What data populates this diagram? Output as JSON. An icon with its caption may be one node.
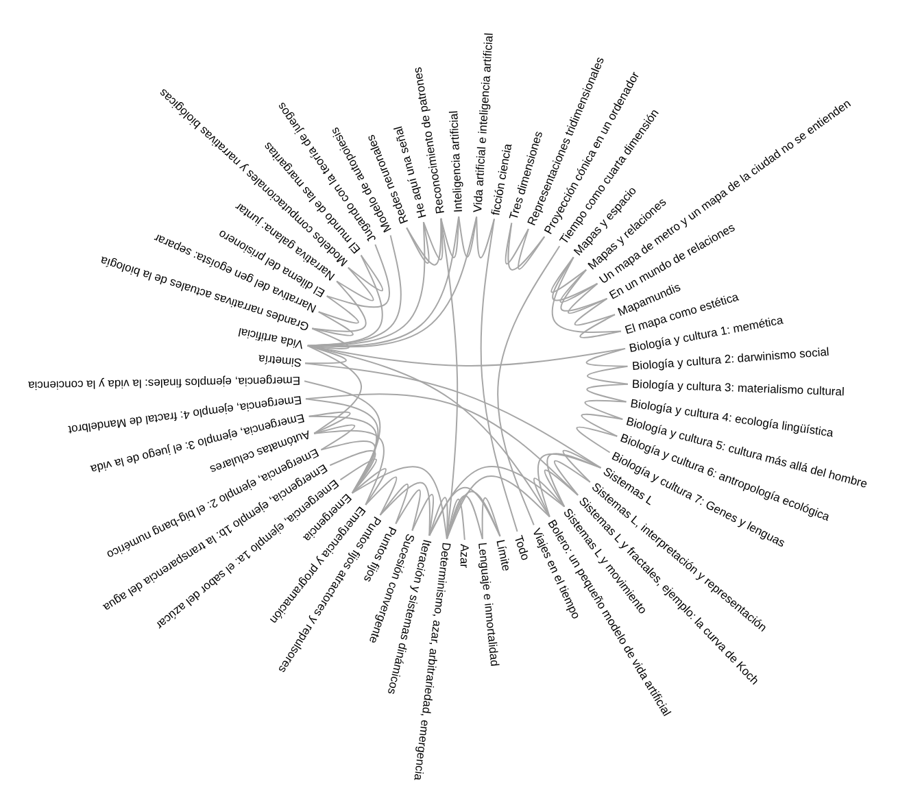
{
  "diagram": {
    "nodes": [
      {
        "text": [
          "ficción ciencia"
        ]
      },
      {
        "text": [
          "Tres dimensiones"
        ]
      },
      {
        "text": [
          "Representaciones tridimensionales"
        ]
      },
      {
        "text": [
          "Proyección cónica en un ordenador"
        ]
      },
      {
        "text": [
          "Tiempo como cuarta dimensión"
        ]
      },
      {
        "text": [
          "Mapas y espacio"
        ]
      },
      {
        "text": [
          "Mapas y relaciones"
        ]
      },
      {
        "text": [
          "Un mapa de metro y un mapa de la ciudad no se entienden"
        ]
      },
      {
        "text": [
          "En un mundo de relaciones"
        ]
      },
      {
        "text": [
          "Mapamundis"
        ]
      },
      {
        "text": [
          "El mapa como estética"
        ]
      },
      {
        "text": [
          "Biología y cultura 1: memética"
        ]
      },
      {
        "text": [
          "Biología y cultura 2: darwinismo social"
        ]
      },
      {
        "text": [
          "Biología y cultura 3: materialismo cultural"
        ]
      },
      {
        "text": [
          "Biología y cultura 4: ecología lingüística"
        ]
      },
      {
        "text": [
          "Biología y cultura 5: cultura más allá del hombre"
        ]
      },
      {
        "text": [
          "Biología y cultura 6: antropología ecológica"
        ]
      },
      {
        "text": [
          "Biología y cultura 7: Genes y lenguas"
        ]
      },
      {
        "text": [
          "Sistemas L"
        ]
      },
      {
        "text": [
          "Sistemas L, interpretación y representación"
        ]
      },
      {
        "text": [
          "Sistemas L y fractales, ejemplo: la curva de Koch"
        ]
      },
      {
        "text": [
          "Sistemas L y movimiento"
        ]
      },
      {
        "text": [
          "Bolero: un pequeño modelo de vida artificial"
        ]
      },
      {
        "text": [
          "Viajes en el tiempo"
        ]
      },
      {
        "text": [
          "Todo"
        ]
      },
      {
        "text": [
          "Límite"
        ]
      },
      {
        "text": [
          "Lenguaje e inmortalidad"
        ]
      },
      {
        "text": [
          "Azar"
        ]
      },
      {
        "text": [
          "Determinismo, azar, arbitrariedad, emergencia"
        ]
      },
      {
        "text": [
          "Iteración y sistemas dinámicos"
        ]
      },
      {
        "text": [
          "Sucesión convergente"
        ]
      },
      {
        "text": [
          "Puntos fijos"
        ]
      },
      {
        "text": [
          "Puntos fijos atractores y repulsores"
        ]
      },
      {
        "text": [
          "Emergencia y programación"
        ]
      },
      {
        "text": [
          "Emergencia"
        ]
      },
      {
        "text": [
          "Emergencia, ejemplo 1a: el sabor del azúcar"
        ]
      },
      {
        "text": [
          "Emergencia, ejemplo 1b: la transparencia del agua"
        ]
      },
      {
        "text": [
          "Emergencia, ejemplo 2: el big-bang numérico"
        ]
      },
      {
        "text": [
          "Autómatas celulares"
        ]
      },
      {
        "text": [
          "Emergencia, ejemplo 3: el juego de la vida"
        ]
      },
      {
        "text": [
          "Emergencia, ejemplo 4: fractal de Mandelbrot"
        ]
      },
      {
        "text": [
          "Emergencia, ejemplos finales: la vida y la conciencia"
        ]
      },
      {
        "text": [
          "Simetría"
        ]
      },
      {
        "text": [
          "Vida artificial"
        ]
      },
      {
        "text": [
          "Grandes narrativas actuales de la biología"
        ]
      },
      {
        "text": [
          "Narrativa del gen egoísta: separar"
        ]
      },
      {
        "text": [
          "El dilema del prisionero"
        ]
      },
      {
        "text": [
          "Narrativa galana: juntar"
        ]
      },
      {
        "text": [
          "Modelos computacionales y narrativas biológicas"
        ]
      },
      {
        "text": [
          "El mundo de las margaritas"
        ]
      },
      {
        "text": [
          "Jugando con la teoría de juegos"
        ]
      },
      {
        "text": [
          "Modelo de autopoiesis"
        ]
      },
      {
        "text": [
          "Redes neuronales"
        ]
      },
      {
        "text": [
          "He aquí una señal"
        ]
      },
      {
        "text": [
          "Reconocimiento de patrones"
        ]
      },
      {
        "text": [
          "Inteligencia artificial"
        ]
      },
      {
        "text": [
          "Vida artificial e inteligencia artificial"
        ]
      }
    ],
    "edges": [
      {
        "from": 1,
        "to": 2,
        "arrow": "none"
      },
      {
        "from": 2,
        "to": 3,
        "arrow": "none"
      },
      {
        "from": 1,
        "to": 3,
        "arrow": "none"
      },
      {
        "from": 4,
        "to": 23,
        "arrow": "none"
      },
      {
        "from": 0,
        "to": 24,
        "arrow": "none"
      },
      {
        "from": 5,
        "to": 6,
        "arrow": "none"
      },
      {
        "from": 5,
        "to": 7,
        "arrow": "none"
      },
      {
        "from": 6,
        "to": 7,
        "arrow": "none"
      },
      {
        "from": 6,
        "to": 8,
        "arrow": "none"
      },
      {
        "from": 7,
        "to": 8,
        "arrow": "none"
      },
      {
        "from": 8,
        "to": 9,
        "arrow": "none"
      },
      {
        "from": 9,
        "to": 10,
        "arrow": "none"
      },
      {
        "from": 5,
        "to": 10,
        "arrow": "none"
      },
      {
        "from": 11,
        "to": 12,
        "arrow": "none"
      },
      {
        "from": 12,
        "to": 13,
        "arrow": "none"
      },
      {
        "from": 13,
        "to": 14,
        "arrow": "none"
      },
      {
        "from": 14,
        "to": 15,
        "arrow": "none"
      },
      {
        "from": 15,
        "to": 16,
        "arrow": "none"
      },
      {
        "from": 16,
        "to": 17,
        "arrow": "none"
      },
      {
        "from": 11,
        "to": 43,
        "arrow": "none"
      },
      {
        "from": 18,
        "to": 19,
        "arrow": "none"
      },
      {
        "from": 19,
        "to": 20,
        "arrow": "none"
      },
      {
        "from": 20,
        "to": 21,
        "arrow": "none"
      },
      {
        "from": 18,
        "to": 21,
        "arrow": "none"
      },
      {
        "from": 21,
        "to": 22,
        "arrow": "none"
      },
      {
        "from": 18,
        "to": 22,
        "arrow": "none"
      },
      {
        "from": 20,
        "to": 40,
        "arrow": "none"
      },
      {
        "from": 22,
        "to": 43,
        "arrow": "none"
      },
      {
        "from": 25,
        "to": 26,
        "arrow": "none"
      },
      {
        "from": 25,
        "to": 28,
        "arrow": "none"
      },
      {
        "from": 26,
        "to": 28,
        "arrow": "none"
      },
      {
        "from": 27,
        "to": 28,
        "arrow": "none"
      },
      {
        "from": 28,
        "to": 29,
        "arrow": "none"
      },
      {
        "from": 25,
        "to": 29,
        "arrow": "none"
      },
      {
        "from": 29,
        "to": 21,
        "arrow": "none"
      },
      {
        "from": 28,
        "to": 22,
        "arrow": "none"
      },
      {
        "from": 29,
        "to": 30,
        "arrow": "none"
      },
      {
        "from": 30,
        "to": 31,
        "arrow": "none"
      },
      {
        "from": 31,
        "to": 32,
        "arrow": "none"
      },
      {
        "from": 29,
        "to": 32,
        "arrow": "none"
      },
      {
        "from": 32,
        "to": 33,
        "arrow": "none"
      },
      {
        "from": 33,
        "to": 34,
        "arrow": "none"
      },
      {
        "from": 34,
        "to": 35,
        "arrow": "none"
      },
      {
        "from": 34,
        "to": 36,
        "arrow": "none"
      },
      {
        "from": 34,
        "to": 37,
        "arrow": "none"
      },
      {
        "from": 34,
        "to": 39,
        "arrow": "none"
      },
      {
        "from": 34,
        "to": 40,
        "arrow": "none"
      },
      {
        "from": 34,
        "to": 41,
        "arrow": "none"
      },
      {
        "from": 37,
        "to": 38,
        "arrow": "none"
      },
      {
        "from": 38,
        "to": 39,
        "arrow": "none"
      },
      {
        "from": 38,
        "to": 43,
        "arrow": "none"
      },
      {
        "from": 33,
        "to": 38,
        "arrow": "none"
      },
      {
        "from": 28,
        "to": 34,
        "arrow": "none"
      },
      {
        "from": 42,
        "to": 43,
        "arrow": "none"
      },
      {
        "from": 43,
        "to": 44,
        "arrow": "none"
      },
      {
        "from": 44,
        "to": 45,
        "arrow": "none"
      },
      {
        "from": 44,
        "to": 47,
        "arrow": "none"
      },
      {
        "from": 45,
        "to": 46,
        "arrow": "none"
      },
      {
        "from": 47,
        "to": 48,
        "arrow": "none"
      },
      {
        "from": 46,
        "to": 50,
        "arrow": "none"
      },
      {
        "from": 48,
        "to": 49,
        "arrow": "none"
      },
      {
        "from": 43,
        "to": 49,
        "arrow": "none"
      },
      {
        "from": 43,
        "to": 51,
        "arrow": "none"
      },
      {
        "from": 43,
        "to": 53,
        "arrow": "none"
      },
      {
        "from": 43,
        "to": 55,
        "arrow": "none"
      },
      {
        "from": 43,
        "to": 56,
        "arrow": "none"
      },
      {
        "from": 52,
        "to": 53,
        "arrow": "none"
      },
      {
        "from": 52,
        "to": 54,
        "arrow": "none"
      },
      {
        "from": 53,
        "to": 54,
        "arrow": "none"
      },
      {
        "from": 54,
        "to": 55,
        "arrow": "none"
      },
      {
        "from": 55,
        "to": 56,
        "arrow": "none"
      },
      {
        "from": 56,
        "to": 0,
        "arrow": "none"
      },
      {
        "from": 54,
        "to": 28,
        "arrow": "none"
      },
      {
        "from": 42,
        "to": 18,
        "arrow": "none"
      }
    ]
  }
}
